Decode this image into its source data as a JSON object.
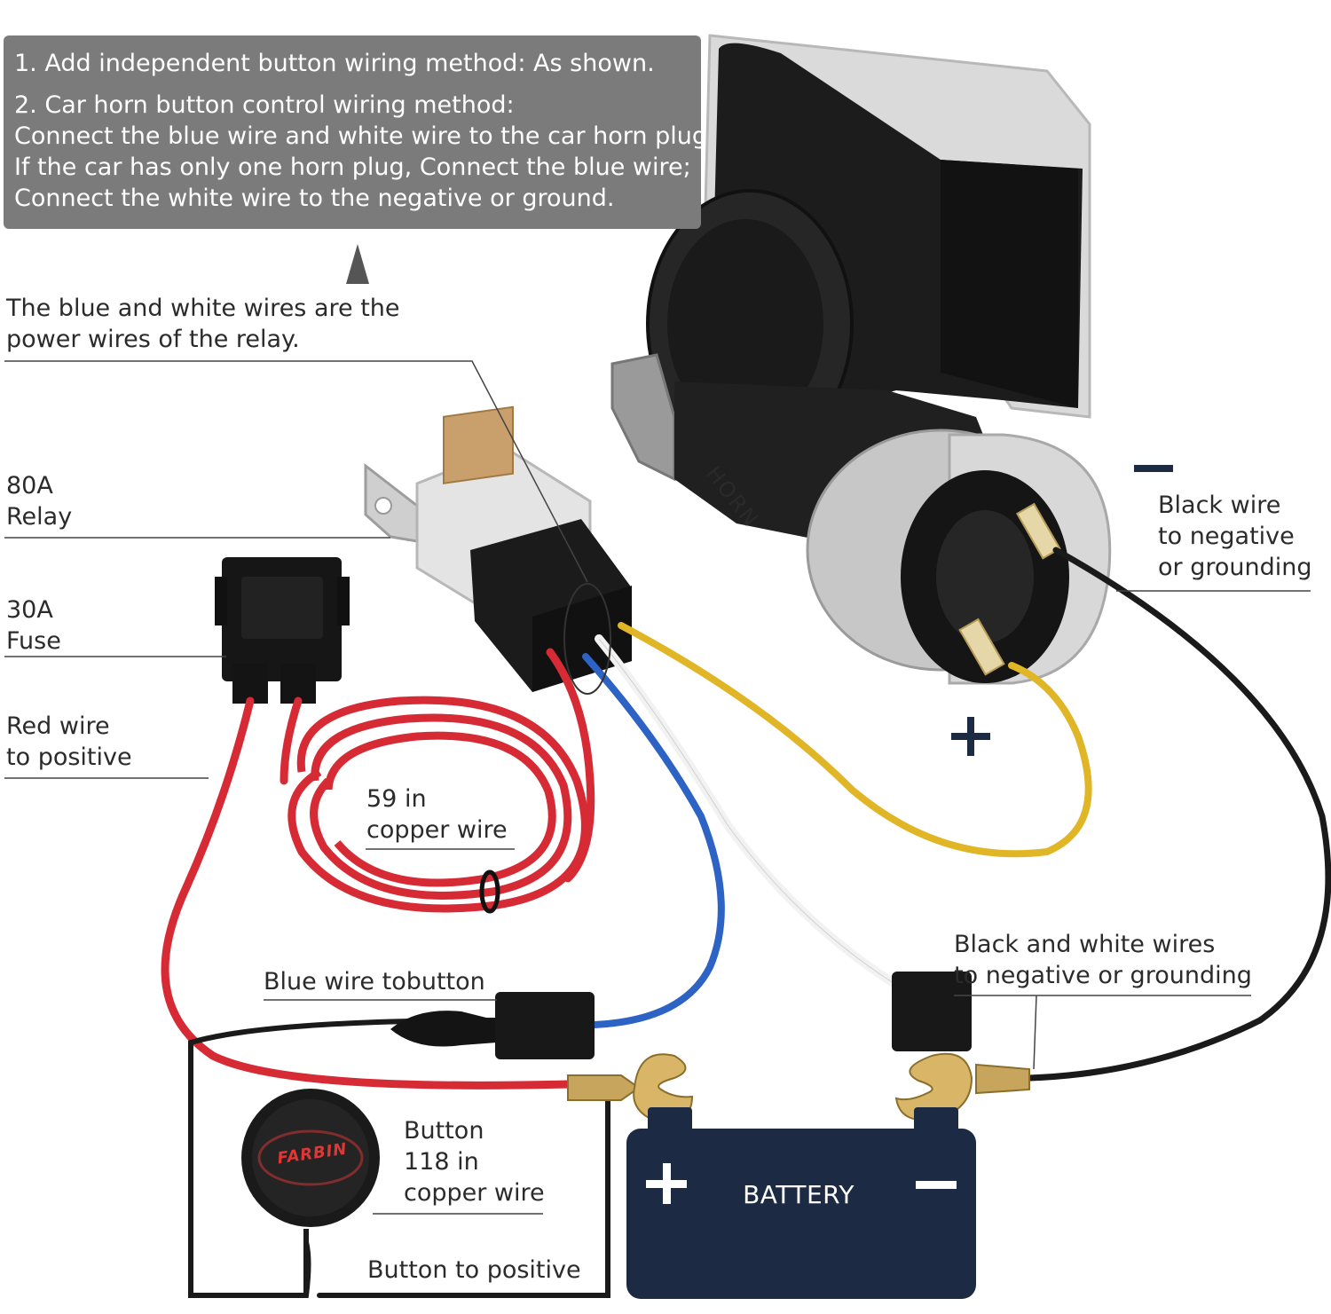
{
  "instructions": {
    "line1": "1.  Add independent button wiring method: As shown.",
    "line2": "2.  Car horn button control wiring method:",
    "line3": "Connect the blue wire and white wire to the car horn plug",
    "line4": "If the car has only one horn plug, Connect the blue wire;",
    "line5": "Connect the white wire to the negative or ground."
  },
  "labels": {
    "power_wires_1": "The blue and white wires are the",
    "power_wires_2": "power wires of the relay.",
    "relay_1": "80A",
    "relay_2": "Relay",
    "fuse_1": "30A",
    "fuse_2": "Fuse",
    "red_wire_1": "Red wire",
    "red_wire_2": "to positive",
    "copper_1": "59 in",
    "copper_2": "copper wire",
    "blue_wire": "Blue wire tobutton",
    "button_1": "Button",
    "button_2": "118 in",
    "button_3": "copper wire",
    "button_positive": "Button to positive",
    "black_wire_1": "Black wire",
    "black_wire_2": "to negative",
    "black_wire_3": "or grounding",
    "bw_wires_1": "Black and white wires",
    "bw_wires_2": "to negative or grounding",
    "battery": "BATTERY",
    "brand": "FARBIN",
    "horn": "HORN"
  },
  "colors": {
    "red_wire": "#d62a35",
    "blue_wire": "#2c63c4",
    "white_wire": "#f2f2f2",
    "yellow_wire": "#e0b526",
    "black_wire": "#1a1a1a",
    "battery_body": "#1c2a44",
    "note_box": "#7b7b7b"
  }
}
